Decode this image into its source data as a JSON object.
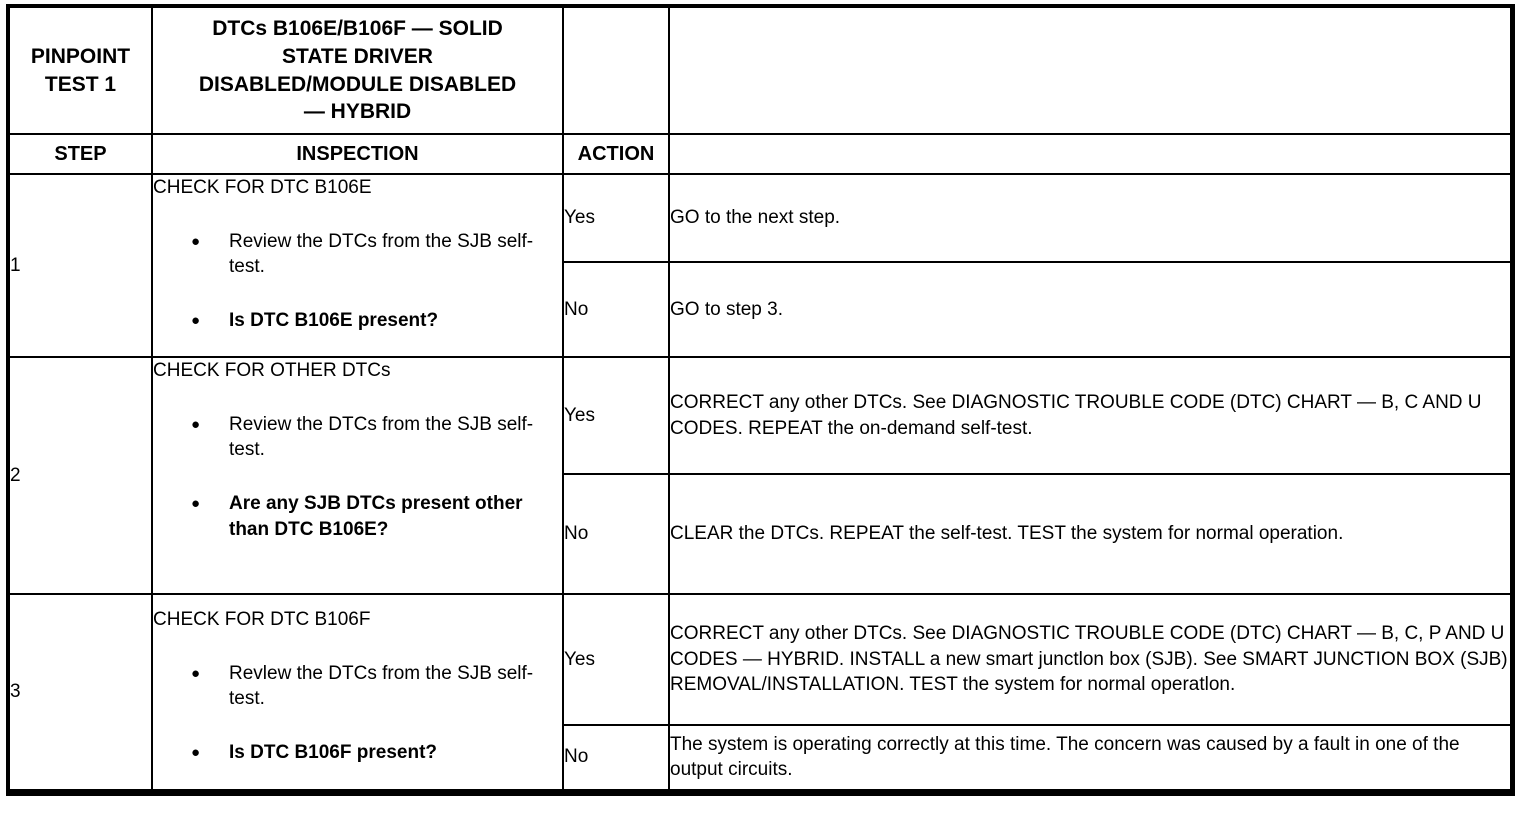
{
  "colors": {
    "border": "#000000",
    "background": "#ffffff",
    "text": "#000000"
  },
  "bullet_glyph": "●",
  "table": {
    "header": {
      "test_label": "PINPOINT TEST 1",
      "title_lines": [
        "DTCs B106E/B106F — SOLID",
        "STATE DRIVER",
        "DISABLED/MODULE DISABLED",
        "— HYBRID"
      ],
      "col_step": "STEP",
      "col_inspection": "INSPECTION",
      "col_action": "ACTION"
    },
    "rows": [
      {
        "step": "1",
        "inspection": {
          "heading": "CHECK FOR DTC B106E",
          "bullets": [
            {
              "text": "Review the DTCs from the SJB self-test.",
              "bold": false
            },
            {
              "text": "Is DTC B106E present?",
              "bold": true
            }
          ]
        },
        "outcomes": [
          {
            "label": "Yes",
            "action": "GO to the next step."
          },
          {
            "label": "No",
            "action": "GO to step 3."
          }
        ]
      },
      {
        "step": "2",
        "inspection": {
          "heading": "CHECK FOR OTHER DTCs",
          "bullets": [
            {
              "text": "Review the DTCs from the SJB self-test.",
              "bold": false
            },
            {
              "text": "Are any SJB DTCs present other than DTC B106E?",
              "bold": true
            }
          ]
        },
        "outcomes": [
          {
            "label": "Yes",
            "action": "CORRECT any other DTCs. See DIAGNOSTIC TROUBLE CODE (DTC) CHART — B, C AND U CODES. REPEAT the on-demand self-test."
          },
          {
            "label": "No",
            "action": "CLEAR the DTCs. REPEAT the self-test. TEST the system for normal operation."
          }
        ]
      },
      {
        "step": "3",
        "inspection": {
          "heading": "CHECK FOR DTC B106F",
          "bullets": [
            {
              "text": "Revlew the DTCs from the SJB self-test.",
              "bold": false
            },
            {
              "text": "Is DTC B106F present?",
              "bold": true
            }
          ]
        },
        "outcomes": [
          {
            "label": "Yes",
            "action": "CORRECT any other DTCs. See DIAGNOSTIC TROUBLE CODE (DTC) CHART — B, C, P AND U CODES — HYBRID. INSTALL a new smart junctlon box (SJB). See SMART JUNCTION BOX (SJB) REMOVAL/INSTALLATION. TEST the system for normal operatlon."
          },
          {
            "label": "No",
            "action": "The system is operating correctly at this time. The concern was caused by a fault in one of the output circuits."
          }
        ]
      }
    ]
  }
}
